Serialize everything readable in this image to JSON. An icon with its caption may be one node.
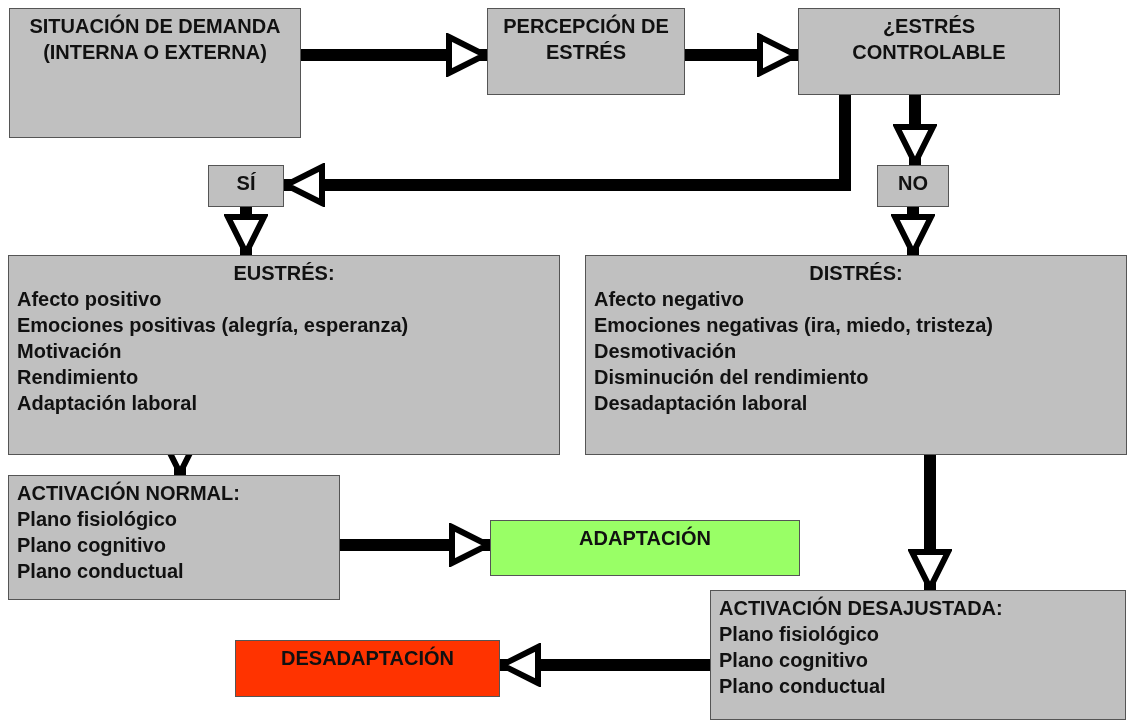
{
  "diagram": {
    "nodes": [
      {
        "text": [
          "SITUACIÓN DE DEMANDA (INTERNA O EXTERNA)"
        ]
      },
      {
        "text": [
          "PERCEPCIÓN DE ESTRÉS"
        ]
      },
      {
        "text": [
          "¿ESTRÉS CONTROLABLE"
        ]
      },
      {
        "text": [
          "SÍ"
        ]
      },
      {
        "text": [
          "NO"
        ]
      },
      {
        "text": [
          "EUSTRÉS:",
          "Afecto positivo",
          "Emociones positivas (alegría, esperanza)",
          "Motivación",
          "Rendimiento",
          "Adaptación laboral"
        ]
      },
      {
        "text": [
          "DISTRÉS:",
          "Afecto negativo",
          "Emociones negativas (ira, miedo, tristeza)",
          "Desmotivación",
          "Disminución del rendimiento",
          "Desadaptación laboral"
        ]
      },
      {
        "text": [
          "ACTIVACIÓN NORMAL:",
          "Plano fisiológico",
          "Plano cognitivo",
          "Plano conductual"
        ]
      },
      {
        "text": [
          "ADAPTACIÓN"
        ]
      },
      {
        "text": [
          "ACTIVACIÓN DESAJUSTADA:",
          "Plano fisiológico",
          "Plano cognitivo",
          "Plano conductual"
        ]
      },
      {
        "text": [
          "DESADAPTACIÓN"
        ]
      }
    ],
    "edges": [
      {
        "from": 0,
        "to": 1,
        "arrow": "to"
      },
      {
        "from": 1,
        "to": 2,
        "arrow": "to"
      },
      {
        "from": 2,
        "to": 3,
        "arrow": "to"
      },
      {
        "from": 2,
        "to": 4,
        "arrow": "to"
      },
      {
        "from": 3,
        "to": 5,
        "arrow": "to"
      },
      {
        "from": 4,
        "to": 6,
        "arrow": "to"
      },
      {
        "from": 5,
        "to": 7,
        "arrow": "to"
      },
      {
        "from": 7,
        "to": 8,
        "arrow": "to"
      },
      {
        "from": 6,
        "to": 9,
        "arrow": "to"
      },
      {
        "from": 9,
        "to": 10,
        "arrow": "to"
      }
    ]
  }
}
